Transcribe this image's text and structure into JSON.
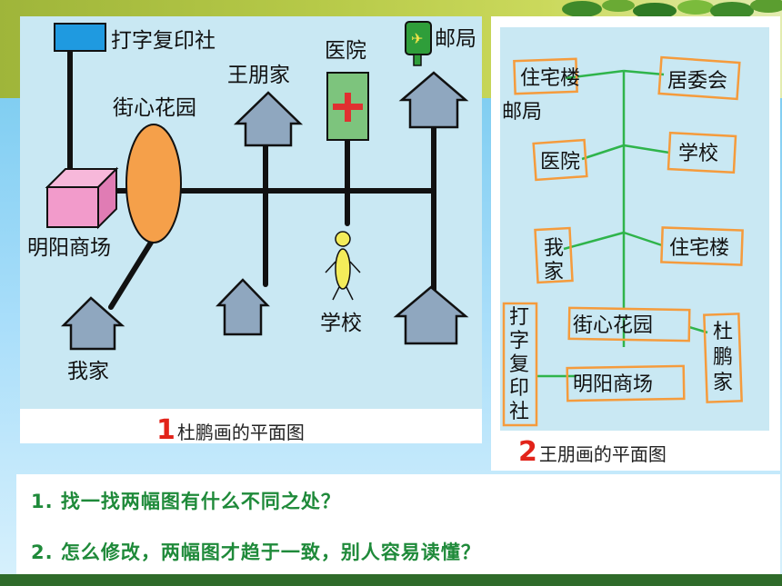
{
  "map1": {
    "labels": {
      "print_shop": "打字复印社",
      "hospital": "医院",
      "post_office": "邮局",
      "wang_home": "王朋家",
      "garden": "街心花园",
      "mall": "明阳商场",
      "school": "学校",
      "my_home": "我家"
    },
    "caption_number": "1",
    "caption_text": "杜鹏画的平面图"
  },
  "map2": {
    "labels": {
      "residential_top": "住宅楼",
      "committee": "居委会",
      "post_office": "邮局",
      "hospital": "医院",
      "school": "学校",
      "my_home_1": "我",
      "my_home_2": "家",
      "residential_mid": "住宅楼",
      "print_1": "打",
      "print_2": "字",
      "print_3": "复",
      "print_4": "印",
      "print_5": "社",
      "garden": "街心花园",
      "du_home_1": "杜",
      "du_home_2": "鹏",
      "du_home_3": "家",
      "mall": "明阳商场"
    },
    "caption_number": "2",
    "caption_text": "王朋画的平面图"
  },
  "questions": {
    "q1": "1. 找一找两幅图有什么不同之处？",
    "q2": "2. 怎么修改，两幅图才趋于一致，别人容易读懂？"
  },
  "colors": {
    "road": "#111111",
    "house": "#8fa7bf",
    "mall": "#f29bcb",
    "garden": "#f5a04a",
    "hospital": "#7dc47d",
    "hospital_cross": "#e03030",
    "print_shop": "#1f9ae0",
    "school_figure": "#f3ec5a",
    "tree_line": "#2fb44b",
    "label_box": "#f59b3c",
    "question_text": "#1f8a3a"
  }
}
